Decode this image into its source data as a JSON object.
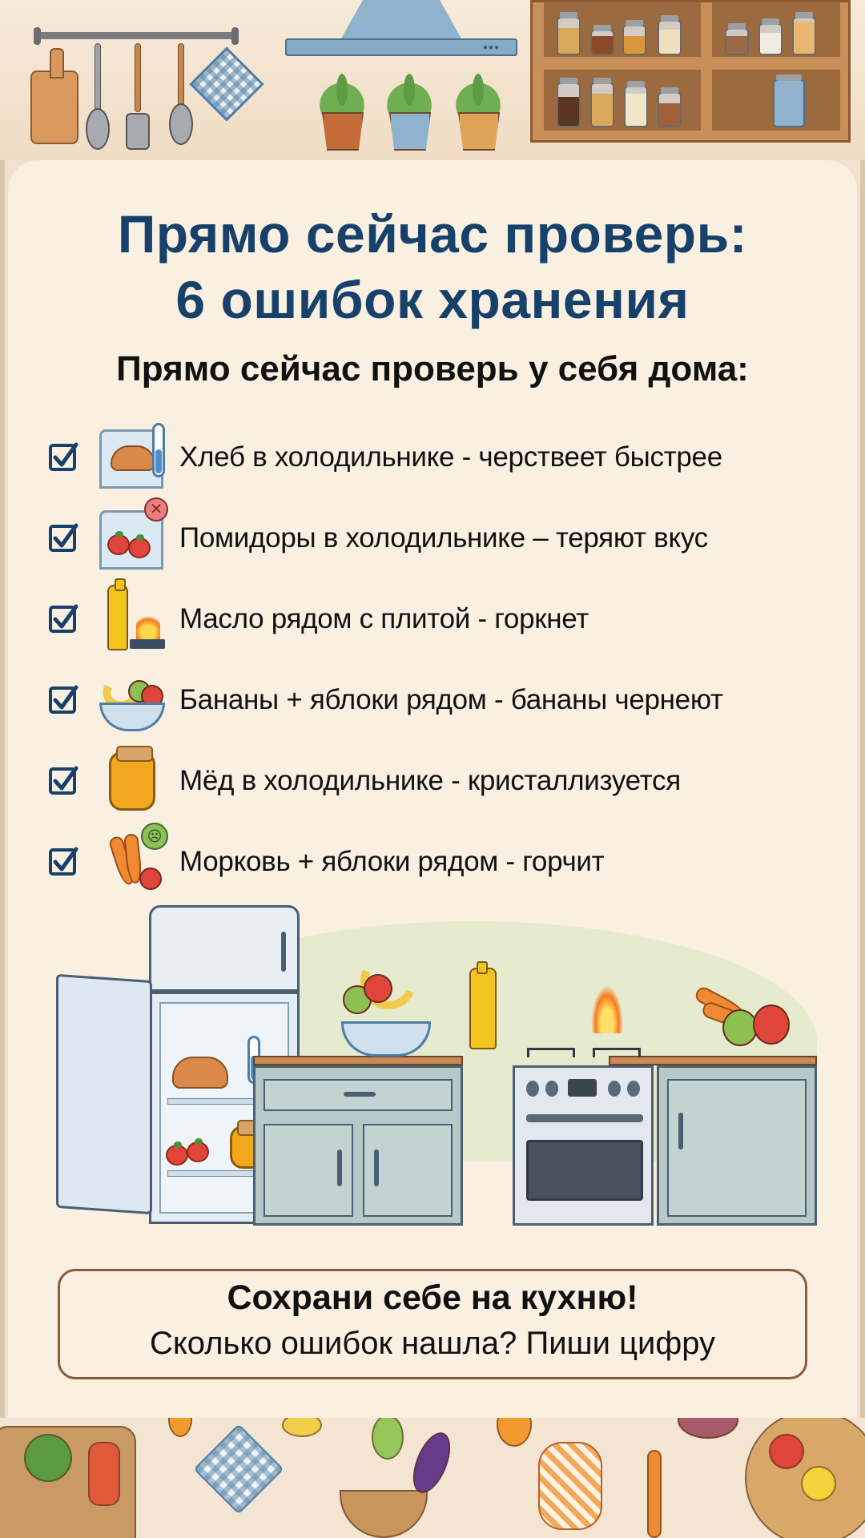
{
  "title": {
    "line1": "Прямо сейчас проверь:",
    "line2": "6 ошибок хранения"
  },
  "subtitle": "Прямо сейчас проверь у себя дома:",
  "checklist": {
    "items": [
      {
        "icon": "bread-in-fridge-icon",
        "text": "Хлеб в холодильнике - черствеет быстрее",
        "checked": true
      },
      {
        "icon": "tomatoes-in-fridge-icon",
        "text": "Помидоры в холодильнике – теряют вкус",
        "checked": true
      },
      {
        "icon": "oil-near-stove-icon",
        "text": "Масло рядом с плитой - горкнет",
        "checked": true
      },
      {
        "icon": "bananas-apples-bowl-icon",
        "text": "Бананы + яблоки рядом - бананы чернеют",
        "checked": true
      },
      {
        "icon": "honey-jar-icon",
        "text": "Мёд в холодильнике - кристаллизуется",
        "checked": true
      },
      {
        "icon": "carrots-apple-icon",
        "text": "Морковь + яблоки рядом - горчит",
        "checked": true
      }
    ]
  },
  "cta": {
    "title": "Сохрани себе на кухню!",
    "subtitle": "Сколько ошибок нашла? Пиши цифру"
  },
  "colors": {
    "title": "#17406a",
    "background": "#faf0e2",
    "frame": "#8a5a3c",
    "check": "#17406a"
  }
}
